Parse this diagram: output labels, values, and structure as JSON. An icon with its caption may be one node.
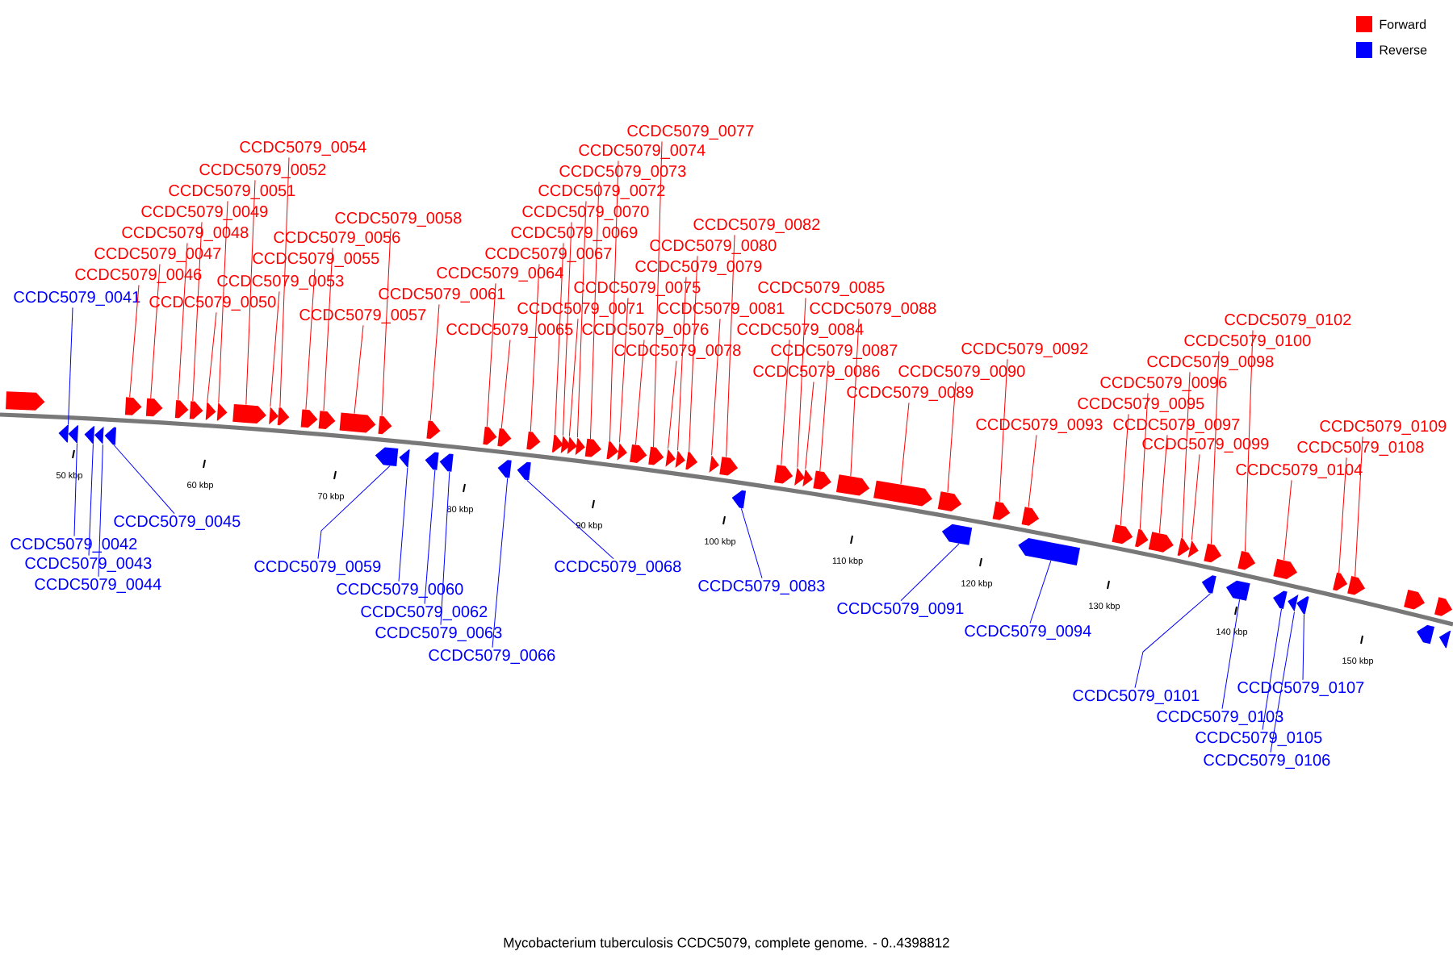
{
  "diagram": {
    "caption": "Mycobacterium tuberculosis CCDC5079, complete genome. - 0..4398812",
    "nodes": [
      {
        "text": [
          "CCDC5079_0041"
        ]
      },
      {
        "text": [],
        "shape": "arrow"
      },
      {
        "text": [
          "CCDC5079_0042"
        ]
      },
      {
        "text": [],
        "shape": "arrow"
      },
      {
        "text": [
          "CCDC5079_0043"
        ]
      },
      {
        "text": [],
        "shape": "arrow"
      },
      {
        "text": [
          "CCDC5079_0044"
        ]
      },
      {
        "text": [],
        "shape": "arrow"
      },
      {
        "text": [
          "CCDC5079_0045"
        ]
      },
      {
        "text": [],
        "shape": "arrow"
      },
      {
        "text": [
          "CCDC5079_0046"
        ]
      },
      {
        "text": [],
        "shape": "arrow"
      },
      {
        "text": [
          "CCDC5079_0047"
        ]
      },
      {
        "text": [],
        "shape": "arrow"
      },
      {
        "text": [
          "CCDC5079_0048"
        ]
      },
      {
        "text": [],
        "shape": "arrow"
      },
      {
        "text": [
          "CCDC5079_0049"
        ]
      },
      {
        "text": [],
        "shape": "arrow"
      },
      {
        "text": [
          "CCDC5079_0050"
        ]
      },
      {
        "text": [],
        "shape": "arrow"
      },
      {
        "text": [
          "CCDC5079_0051"
        ]
      },
      {
        "text": [],
        "shape": "arrow"
      },
      {
        "text": [
          "CCDC5079_0052"
        ]
      },
      {
        "text": [],
        "shape": "arrow"
      },
      {
        "text": [
          "CCDC5079_0053"
        ]
      },
      {
        "text": [],
        "shape": "arrow"
      },
      {
        "text": [
          "CCDC5079_0054"
        ]
      },
      {
        "text": [],
        "shape": "arrow"
      },
      {
        "text": [
          "CCDC5079_0055"
        ]
      },
      {
        "text": [],
        "shape": "arrow"
      },
      {
        "text": [
          "CCDC5079_0056"
        ]
      },
      {
        "text": [],
        "shape": "arrow"
      },
      {
        "text": [
          "CCDC5079_0057"
        ]
      },
      {
        "text": [],
        "shape": "arrow"
      },
      {
        "text": [
          "CCDC5079_0058"
        ]
      },
      {
        "text": [],
        "shape": "arrow"
      },
      {
        "text": [
          "CCDC5079_0059"
        ]
      },
      {
        "text": [],
        "shape": "arrow"
      },
      {
        "text": [
          "CCDC5079_0060"
        ]
      },
      {
        "text": [],
        "shape": "arrow"
      },
      {
        "text": [
          "CCDC5079_0061"
        ]
      },
      {
        "text": [],
        "shape": "arrow"
      },
      {
        "text": [
          "CCDC5079_0062"
        ]
      },
      {
        "text": [],
        "shape": "arrow"
      },
      {
        "text": [
          "CCDC5079_0063"
        ]
      },
      {
        "text": [],
        "shape": "arrow"
      },
      {
        "text": [
          "CCDC5079_0064"
        ]
      },
      {
        "text": [],
        "shape": "arrow"
      },
      {
        "text": [
          "CCDC5079_0065"
        ]
      },
      {
        "text": [],
        "shape": "arrow"
      },
      {
        "text": [
          "CCDC5079_0066"
        ]
      },
      {
        "text": [],
        "shape": "arrow"
      },
      {
        "text": [
          "CCDC5079_0067"
        ]
      },
      {
        "text": [],
        "shape": "arrow"
      },
      {
        "text": [
          "CCDC5079_0068"
        ]
      },
      {
        "text": [],
        "shape": "arrow"
      },
      {
        "text": [
          "CCDC5079_0069"
        ]
      },
      {
        "text": [],
        "shape": "arrow"
      },
      {
        "text": [
          "CCDC5079_0070"
        ]
      },
      {
        "text": [],
        "shape": "arrow"
      },
      {
        "text": [
          "CCDC5079_0071"
        ]
      },
      {
        "text": [],
        "shape": "arrow"
      },
      {
        "text": [
          "CCDC5079_0072"
        ]
      },
      {
        "text": [],
        "shape": "arrow"
      },
      {
        "text": [
          "CCDC5079_0073"
        ]
      },
      {
        "text": [],
        "shape": "arrow"
      },
      {
        "text": [
          "CCDC5079_0074"
        ]
      },
      {
        "text": [],
        "shape": "arrow"
      },
      {
        "text": [
          "CCDC5079_0075"
        ]
      },
      {
        "text": [],
        "shape": "arrow"
      },
      {
        "text": [
          "CCDC5079_0076"
        ]
      },
      {
        "text": [],
        "shape": "arrow"
      },
      {
        "text": [
          "CCDC5079_0077"
        ]
      },
      {
        "text": [],
        "shape": "arrow"
      },
      {
        "text": [
          "CCDC5079_0078"
        ]
      },
      {
        "text": [],
        "shape": "arrow"
      },
      {
        "text": [
          "CCDC5079_0079"
        ]
      },
      {
        "text": [],
        "shape": "arrow"
      },
      {
        "text": [
          "CCDC5079_0080"
        ]
      },
      {
        "text": [],
        "shape": "arrow"
      },
      {
        "text": [
          "CCDC5079_0081"
        ]
      },
      {
        "text": [],
        "shape": "arrow"
      },
      {
        "text": [
          "CCDC5079_0082"
        ]
      },
      {
        "text": [],
        "shape": "arrow"
      },
      {
        "text": [
          "CCDC5079_0083"
        ]
      },
      {
        "text": [],
        "shape": "arrow"
      },
      {
        "text": [
          "CCDC5079_0084"
        ]
      },
      {
        "text": [],
        "shape": "arrow"
      },
      {
        "text": [
          "CCDC5079_0085"
        ]
      },
      {
        "text": [],
        "shape": "arrow"
      },
      {
        "text": [
          "CCDC5079_0086"
        ]
      },
      {
        "text": [],
        "shape": "arrow"
      },
      {
        "text": [
          "CCDC5079_0087"
        ]
      },
      {
        "text": [],
        "shape": "arrow"
      },
      {
        "text": [
          "CCDC5079_0088"
        ]
      },
      {
        "text": [],
        "shape": "arrow"
      },
      {
        "text": [
          "CCDC5079_0089"
        ]
      },
      {
        "text": [],
        "shape": "arrow"
      },
      {
        "text": [
          "CCDC5079_0090"
        ]
      },
      {
        "text": [],
        "shape": "arrow"
      },
      {
        "text": [
          "CCDC5079_0091"
        ]
      },
      {
        "text": [],
        "shape": "arrow"
      },
      {
        "text": [
          "CCDC5079_0092"
        ]
      },
      {
        "text": [],
        "shape": "arrow"
      },
      {
        "text": [
          "CCDC5079_0093"
        ]
      },
      {
        "text": [],
        "shape": "arrow"
      },
      {
        "text": [
          "CCDC5079_0094"
        ]
      },
      {
        "text": [],
        "shape": "arrow"
      },
      {
        "text": [
          "CCDC5079_0095"
        ]
      },
      {
        "text": [],
        "shape": "arrow"
      },
      {
        "text": [
          "CCDC5079_0096"
        ]
      },
      {
        "text": [],
        "shape": "arrow"
      },
      {
        "text": [
          "CCDC5079_0097"
        ]
      },
      {
        "text": [],
        "shape": "arrow"
      },
      {
        "text": [
          "CCDC5079_0098"
        ]
      },
      {
        "text": [],
        "shape": "arrow"
      },
      {
        "text": [
          "CCDC5079_0099"
        ]
      },
      {
        "text": [],
        "shape": "arrow"
      },
      {
        "text": [
          "CCDC5079_0100"
        ]
      },
      {
        "text": [],
        "shape": "arrow"
      },
      {
        "text": [
          "CCDC5079_0101"
        ]
      },
      {
        "text": [],
        "shape": "arrow"
      },
      {
        "text": [
          "CCDC5079_0102"
        ]
      },
      {
        "text": [],
        "shape": "arrow"
      },
      {
        "text": [
          "CCDC5079_0103"
        ]
      },
      {
        "text": [],
        "shape": "arrow"
      },
      {
        "text": [
          "CCDC5079_0104"
        ]
      },
      {
        "text": [],
        "shape": "arrow"
      },
      {
        "text": [
          "CCDC5079_0105"
        ]
      },
      {
        "text": [],
        "shape": "arrow"
      },
      {
        "text": [
          "CCDC5079_0106"
        ]
      },
      {
        "text": [],
        "shape": "arrow"
      },
      {
        "text": [
          "CCDC5079_0107"
        ]
      },
      {
        "text": [],
        "shape": "arrow"
      },
      {
        "text": [
          "CCDC5079_0108"
        ]
      },
      {
        "text": [],
        "shape": "arrow"
      },
      {
        "text": [
          "CCDC5079_0109"
        ]
      },
      {
        "text": [],
        "shape": "arrow"
      },
      {
        "text": [],
        "shape": "arrow"
      },
      {
        "text": [],
        "shape": "arrow"
      },
      {
        "text": [],
        "shape": "arrow"
      },
      {
        "text": [],
        "shape": "arrow"
      },
      {
        "text": [],
        "shape": "arrow"
      }
    ],
    "edges": [
      {
        "from": 0,
        "to": 1,
        "arrow": "none",
        "color": "#0000ff"
      },
      {
        "from": 2,
        "to": 3,
        "arrow": "none",
        "color": "#0000ff"
      },
      {
        "from": 4,
        "to": 5,
        "arrow": "none",
        "color": "#0000ff"
      },
      {
        "from": 6,
        "to": 7,
        "arrow": "none",
        "color": "#0000ff"
      },
      {
        "from": 8,
        "to": 9,
        "arrow": "none",
        "color": "#0000ff"
      },
      {
        "from": 10,
        "to": 11,
        "arrow": "none"
      },
      {
        "from": 12,
        "to": 13,
        "arrow": "none"
      },
      {
        "from": 14,
        "to": 15,
        "arrow": "none"
      },
      {
        "from": 16,
        "to": 17,
        "arrow": "none"
      },
      {
        "from": 18,
        "to": 19,
        "arrow": "none"
      },
      {
        "from": 20,
        "to": 21,
        "arrow": "none"
      },
      {
        "from": 22,
        "to": 23,
        "arrow": "none"
      },
      {
        "from": 24,
        "to": 25,
        "arrow": "none"
      },
      {
        "from": 26,
        "to": 27,
        "arrow": "none"
      },
      {
        "from": 28,
        "to": 29,
        "arrow": "none"
      },
      {
        "from": 30,
        "to": 31,
        "arrow": "none"
      },
      {
        "from": 32,
        "to": 33,
        "arrow": "none"
      },
      {
        "from": 34,
        "to": 35,
        "arrow": "none"
      },
      {
        "from": 36,
        "to": 37,
        "arrow": "none",
        "color": "#0000ff"
      },
      {
        "from": 38,
        "to": 39,
        "arrow": "none",
        "color": "#0000ff"
      },
      {
        "from": 40,
        "to": 41,
        "arrow": "none"
      },
      {
        "from": 42,
        "to": 43,
        "arrow": "none",
        "color": "#0000ff"
      },
      {
        "from": 44,
        "to": 45,
        "arrow": "none",
        "color": "#0000ff"
      },
      {
        "from": 46,
        "to": 47,
        "arrow": "none"
      },
      {
        "from": 48,
        "to": 49,
        "arrow": "none"
      },
      {
        "from": 50,
        "to": 51,
        "arrow": "none",
        "color": "#0000ff"
      },
      {
        "from": 52,
        "to": 53,
        "arrow": "none"
      },
      {
        "from": 54,
        "to": 55,
        "arrow": "none",
        "color": "#0000ff"
      },
      {
        "from": 56,
        "to": 57,
        "arrow": "none"
      },
      {
        "from": 58,
        "to": 59,
        "arrow": "none"
      },
      {
        "from": 60,
        "to": 61,
        "arrow": "none"
      },
      {
        "from": 62,
        "to": 63,
        "arrow": "none"
      },
      {
        "from": 64,
        "to": 65,
        "arrow": "none"
      },
      {
        "from": 66,
        "to": 67,
        "arrow": "none"
      },
      {
        "from": 68,
        "to": 69,
        "arrow": "none"
      },
      {
        "from": 70,
        "to": 71,
        "arrow": "none"
      },
      {
        "from": 72,
        "to": 73,
        "arrow": "none"
      },
      {
        "from": 74,
        "to": 75,
        "arrow": "none"
      },
      {
        "from": 76,
        "to": 77,
        "arrow": "none"
      },
      {
        "from": 78,
        "to": 79,
        "arrow": "none"
      },
      {
        "from": 80,
        "to": 81,
        "arrow": "none"
      },
      {
        "from": 82,
        "to": 83,
        "arrow": "none"
      },
      {
        "from": 84,
        "to": 85,
        "arrow": "none",
        "color": "#0000ff"
      },
      {
        "from": 86,
        "to": 87,
        "arrow": "none"
      },
      {
        "from": 88,
        "to": 89,
        "arrow": "none"
      },
      {
        "from": 90,
        "to": 91,
        "arrow": "none"
      },
      {
        "from": 92,
        "to": 93,
        "arrow": "none"
      },
      {
        "from": 94,
        "to": 95,
        "arrow": "none"
      },
      {
        "from": 96,
        "to": 97,
        "arrow": "none"
      },
      {
        "from": 98,
        "to": 99,
        "arrow": "none"
      },
      {
        "from": 100,
        "to": 101,
        "arrow": "none",
        "color": "#0000ff"
      },
      {
        "from": 102,
        "to": 103,
        "arrow": "none"
      },
      {
        "from": 104,
        "to": 105,
        "arrow": "none"
      },
      {
        "from": 106,
        "to": 107,
        "arrow": "none",
        "color": "#0000ff"
      },
      {
        "from": 108,
        "to": 109,
        "arrow": "none"
      },
      {
        "from": 110,
        "to": 111,
        "arrow": "none"
      },
      {
        "from": 112,
        "to": 113,
        "arrow": "none"
      },
      {
        "from": 114,
        "to": 115,
        "arrow": "none"
      },
      {
        "from": 116,
        "to": 117,
        "arrow": "none"
      },
      {
        "from": 118,
        "to": 119,
        "arrow": "none"
      },
      {
        "from": 120,
        "to": 121,
        "arrow": "none",
        "color": "#0000ff"
      },
      {
        "from": 122,
        "to": 123,
        "arrow": "none"
      },
      {
        "from": 124,
        "to": 125,
        "arrow": "none",
        "color": "#0000ff"
      },
      {
        "from": 126,
        "to": 127,
        "arrow": "none"
      },
      {
        "from": 128,
        "to": 129,
        "arrow": "none",
        "color": "#0000ff"
      },
      {
        "from": 130,
        "to": 131,
        "arrow": "none",
        "color": "#0000ff"
      },
      {
        "from": 132,
        "to": 133,
        "arrow": "none",
        "color": "#0000ff"
      },
      {
        "from": 134,
        "to": 135,
        "arrow": "none"
      },
      {
        "from": 136,
        "to": 137,
        "arrow": "none"
      }
    ],
    "labels": [
      "50 kbp",
      "60 kbp",
      "70 kbp",
      "80 kbp",
      "90 kbp",
      "100 kbp",
      "110 kbp",
      "120 kbp",
      "130 kbp",
      "140 kbp",
      "150 kbp"
    ],
    "legend": [
      {
        "text": "Forward",
        "color": "#ff0000"
      },
      {
        "text": "Reverse",
        "color": "#0000ff"
      }
    ]
  }
}
